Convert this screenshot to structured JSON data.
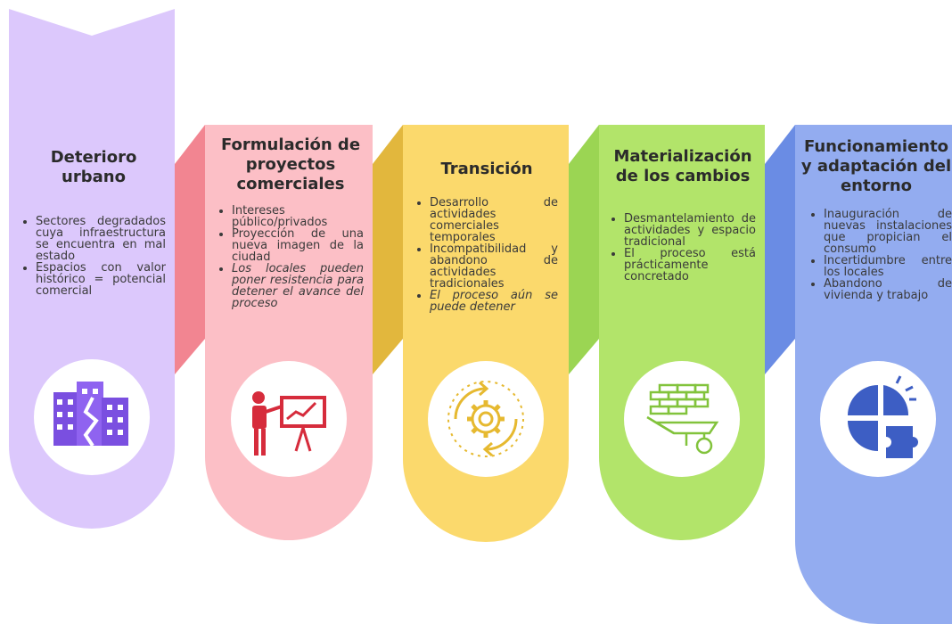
{
  "colors": {
    "stage1": "#dcc8fc",
    "stage2": "#fcbfc6",
    "stage3": "#fbd96c",
    "stage4": "#b2e46a",
    "stage5": "#93acf0",
    "connector1": "#f28591",
    "connector2": "#e2b73d",
    "connector3": "#9bd553",
    "connector4": "#6a8ce4"
  },
  "stages": [
    {
      "title": "Deterioro urbano",
      "icon": "city-buildings-icon",
      "bullets": [
        {
          "text": "Sectores degradados cuya infraestructura se encuentra en mal estado",
          "italic": false
        },
        {
          "text": "Espacios con valor histórico = potencial comercial",
          "italic": false
        }
      ]
    },
    {
      "title": "Formulación de proyectos comerciales",
      "icon": "presentation-icon",
      "bullets": [
        {
          "text": "Intereses público/privados",
          "italic": false
        },
        {
          "text": "Proyección de una nueva imagen de la ciudad",
          "italic": false
        },
        {
          "text": "Los locales pueden poner resistencia para detener el avance del proceso",
          "italic": true
        }
      ]
    },
    {
      "title": "Transición",
      "icon": "gear-cycle-icon",
      "bullets": [
        {
          "text": "Desarrollo de actividades comerciales temporales",
          "italic": false
        },
        {
          "text": "Incompatibilidad y abandono de actividades tradicionales",
          "italic": false
        },
        {
          "text": "El proceso aún se puede detener",
          "italic": true
        }
      ]
    },
    {
      "title": "Materialización de los cambios",
      "icon": "bricks-wheelbarrow-icon",
      "bullets": [
        {
          "text": "Desmantelamiento de actividades y espacio tradicional",
          "italic": false
        },
        {
          "text": "El proceso está prácticamente concretado",
          "italic": false
        }
      ]
    },
    {
      "title": "Funcionamiento y adaptación del entorno",
      "icon": "puzzle-pieces-icon",
      "bullets": [
        {
          "text": "Inauguración de nuevas instalaciones que propician el consumo",
          "italic": false
        },
        {
          "text": "Incertidumbre entre los locales",
          "italic": false
        },
        {
          "text": "Abandono de vivienda y trabajo",
          "italic": false
        }
      ]
    }
  ]
}
